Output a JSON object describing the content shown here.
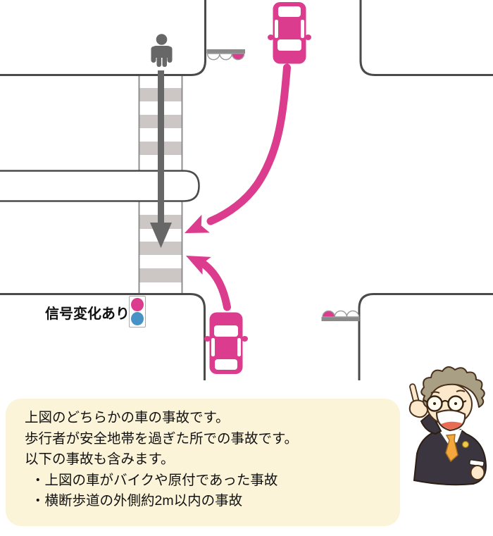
{
  "scene": {
    "signal_change_label": "信号変化あり",
    "elements": [
      "pedestrian-icon",
      "pedestrian-path-arrow",
      "crosswalk",
      "safety-zone-median",
      "car-top-icon",
      "car-bottom-icon",
      "car-path-arrow-upper",
      "car-path-arrow-lower",
      "pedestrian-signal-top-icon",
      "pedestrian-signal-right-icon",
      "traffic-signal-icon",
      "lawyer-character"
    ],
    "colors": {
      "car_pink": "#DC3C8E",
      "signal_blue": "#4793C6",
      "road_line": "#4A4A4A",
      "crosswalk_stripe": "#CCC6C5",
      "crosswalk_edge": "#8F8F8F",
      "pedestrian_gray": "#676767",
      "signal_bar_gray": "#8A8A8A",
      "info_box_bg": "#FBF4D9",
      "text_black": "#111111"
    }
  },
  "info_box": {
    "lines": [
      "上図のどちらかの車の事故です。",
      "歩行者が安全地帯を過ぎた所での事故です。",
      "以下の事故も含みます。",
      "・上図の車がバイクや原付であった事故",
      "・横断歩道の外側約2m以内の事故"
    ]
  }
}
